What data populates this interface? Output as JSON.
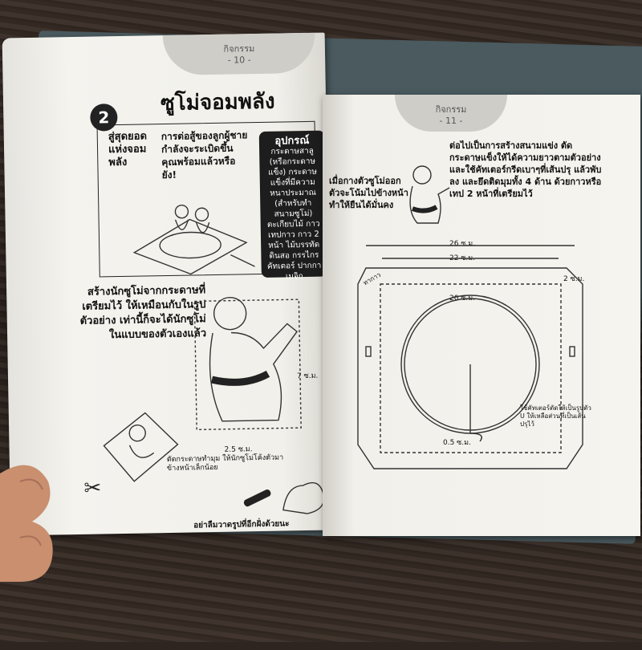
{
  "left_page": {
    "tab_label": "กิจกรรม",
    "page_number": "- 10 -",
    "step_number": "2",
    "title": "ซูโม่จอมพลัง",
    "intro_1": "สู่สุดยอดแห่งจอมพลัง",
    "intro_2": "การต่อสู้ของลูกผู้ชายกำลังจะระเบิดขึ้น คุณพร้อมแล้วหรือยัง!",
    "supplies_title": "อุปกรณ์",
    "supplies_text": "กระดาษสาลู (หรือกระดาษแข็ง) กระดาษแข็งที่มีความหนาประมาณ (สำหรับทำสนามซูโม่) ตะเกียบไม้ กาว เทปกาว กาว 2 หน้า ไม้บรรทัด ดินสอ กรรไกร คัทเตอร์ ปากกาเมจิก",
    "instruction": "สร้างนักซูโม่จากกระดาษที่เตรียมไว้ ให้เหมือนกับในรูปตัวอย่าง เท่านี้ก็จะได้นักซูโม่ในแบบของตัวเองแล้ว",
    "dim_height": "7 ซ.ม.",
    "dim_width": "2.5 ซ.ม.",
    "cut_note": "ตัดกระดาษทำมุม ให้นักซูโม่โค้งตัวมาข้างหน้าเล็กน้อย",
    "reminder": "อย่าลืมวาดรูปที่อีกฝั่งด้วยนะ"
  },
  "right_page": {
    "tab_label": "กิจกรรม",
    "page_number": "- 11 -",
    "instruction": "ต่อไปเป็นการสร้างสนามแข่ง ตัดกระดาษแข็งให้ได้ความยาวตามตัวอย่าง และใช้คัทเตอร์กรีดเบาๆที่เส้นปรุ แล้วพับลง และยึดติดมุมทั้ง 4 ด้าน ด้วยกาวหรือเทป 2 หน้าที่เตรียมไว้",
    "note": "เมื่อกางตัวซูโม่ออก ตัวจะโน้มไปข้างหน้า ทำให้ยืนได้มั่นคง",
    "dim_outer": "26 ซ.ม.",
    "dim_inner": "22 ซ.ม.",
    "dim_ring": "20 ซ.ม.",
    "dim_side": "2 ซ.ม.",
    "dim_gap": "0.5 ซ.ม.",
    "cutter_note": "ใช้คัทเตอร์ตัดให้เป็นรูปตัว U ให้เหลือส่วนที่เป็นเส้นปรุไว้",
    "flap_label": "ทากาว"
  }
}
